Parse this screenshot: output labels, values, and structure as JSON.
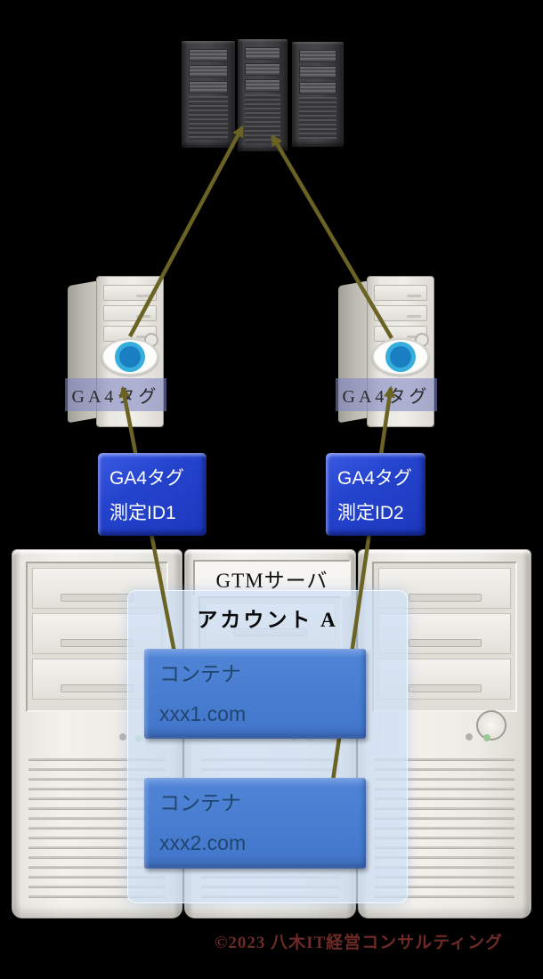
{
  "diagram": {
    "gtm_server_label": "GTMサーバ",
    "account_label": "アカウント A",
    "tag_towers": [
      {
        "band_label": "GA4タグ"
      },
      {
        "band_label": "GA4タグ"
      }
    ],
    "ga4_tag_boxes": [
      {
        "title": "GA4タグ",
        "subtitle": "測定ID1"
      },
      {
        "title": "GA4タグ",
        "subtitle": "測定ID2"
      }
    ],
    "containers": [
      {
        "title": "コンテナ",
        "domain": "xxx1.com"
      },
      {
        "title": "コンテナ",
        "domain": "xxx2.com"
      }
    ],
    "copyright": "©2023 八木IT経営コンサルティング",
    "colors": {
      "connector_line": "#6b6324",
      "band_purple": "rgba(125,132,195,0.58)",
      "overlay_blue": "rgba(208,224,245,0.78)",
      "ga4_box_blue": "#2342cf",
      "container_blue": "#4a7fd2",
      "copyright_maroon": "#6e2a26"
    },
    "icons": {
      "server_tower": "server-tower-icon",
      "eye": "eye-icon",
      "power_button": "power-button-icon",
      "led": "led-icon",
      "arrow": "arrow-line-icon"
    }
  }
}
